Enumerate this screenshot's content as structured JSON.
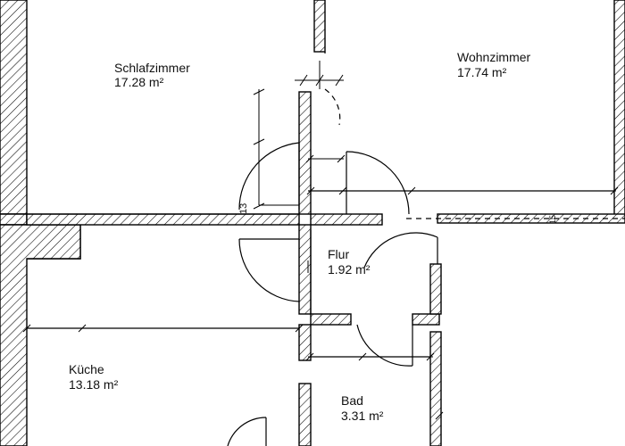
{
  "rooms": {
    "schlafzimmer": {
      "name": "Schlafzimmer",
      "area": "17.28 m²"
    },
    "wohnzimmer": {
      "name": "Wohnzimmer",
      "area": "17.74 m²"
    },
    "flur": {
      "name": "Flur",
      "area": "1.92 m²"
    },
    "kueche": {
      "name": "Küche",
      "area": "13.18 m²"
    },
    "bad": {
      "name": "Bad",
      "area": "3.31 m²"
    }
  },
  "dimensions": {
    "vertical_dim": "13",
    "wall_dim": "15"
  }
}
